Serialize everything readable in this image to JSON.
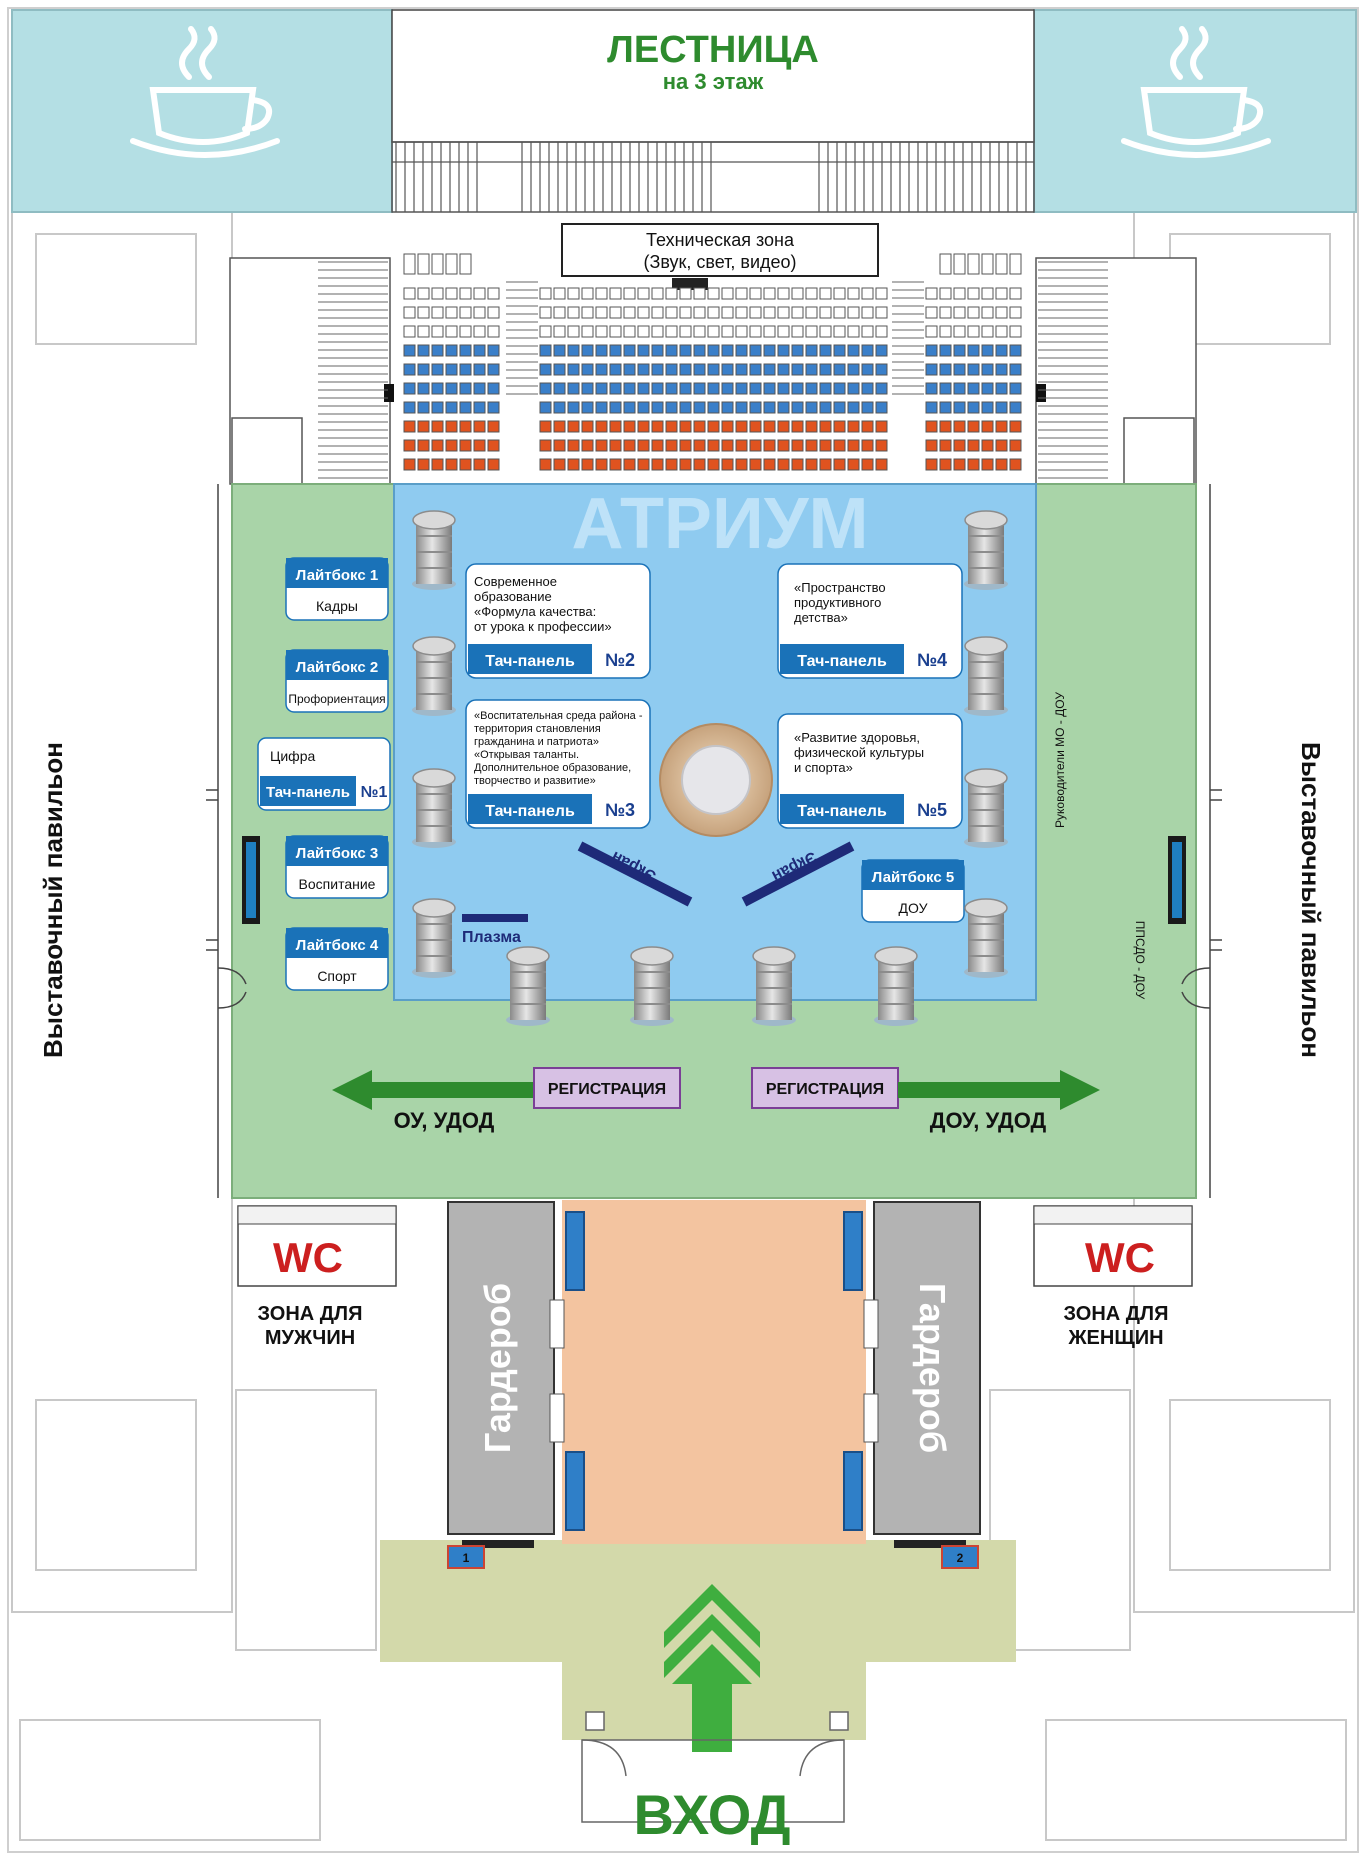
{
  "staircase": {
    "title": "ЛЕСТНИЦА",
    "subtitle": "на 3 этаж"
  },
  "tech_zone": {
    "line1": "Техническая зона",
    "line2": "(Звук, свет, видео)"
  },
  "atrium": {
    "label": "АТРИУМ"
  },
  "pavilion": {
    "left": "Выставочный павильон",
    "right": "Выставочный павильон"
  },
  "lightboxes": [
    {
      "title": "Лайтбокс 1",
      "caption": "Кадры"
    },
    {
      "title": "Лайтбокс 2",
      "caption": "Профориентация"
    },
    {
      "title": "Лайтбокс 3",
      "caption": "Воспитание"
    },
    {
      "title": "Лайтбокс 4",
      "caption": "Спорт"
    },
    {
      "title": "Лайтбокс 5",
      "caption": "ДОУ"
    }
  ],
  "touch_panels": [
    {
      "label": "Тач-панель",
      "number": "№1",
      "lines": [
        "Цифра"
      ]
    },
    {
      "label": "Тач-панель",
      "number": "№2",
      "lines": [
        "Современное",
        "образование",
        "«Формула качества:",
        "от урока к профессии»"
      ]
    },
    {
      "label": "Тач-панель",
      "number": "№3",
      "lines": [
        "«Воспитательная среда района -",
        "территория становления",
        "гражданина и патриота»",
        "«Открывая таланты.",
        "Дополнительное образование,",
        "творчество и развитие»"
      ]
    },
    {
      "label": "Тач-панель",
      "number": "№4",
      "lines": [
        "«Пространство",
        "продуктивного",
        "детства»"
      ]
    },
    {
      "label": "Тач-панель",
      "number": "№5",
      "lines": [
        "«Развитие здоровья,",
        "физической культуры",
        "и спорта»"
      ]
    }
  ],
  "screens": {
    "left": "Экран",
    "right": "Экран"
  },
  "plasma": {
    "label": "Плазма"
  },
  "side_notes": {
    "upper": "Руководители МО - ДОУ",
    "lower": "ППСДО - ДОУ"
  },
  "registration": {
    "left": {
      "label": "РЕГИСТРАЦИЯ",
      "direction": "ОУ, УДОД"
    },
    "right": {
      "label": "РЕГИСТРАЦИЯ",
      "direction": "ДОУ, УДОД"
    }
  },
  "wc": {
    "left": {
      "label": "WC",
      "zone_line1": "ЗОНА ДЛЯ",
      "zone_line2": "МУЖЧИН"
    },
    "right": {
      "label": "WC",
      "zone_line1": "ЗОНА ДЛЯ",
      "zone_line2": "ЖЕНЩИН"
    }
  },
  "wardrobe": {
    "left": "Гардероб",
    "right": "Гардероб"
  },
  "turnstiles": [
    "1",
    "2"
  ],
  "entrance": {
    "label": "ВХОД"
  },
  "icons": {
    "cafe": "coffee-cup-icon",
    "entrance_arrow": "up-chevron-arrow-icon",
    "pillar": "column-icon"
  },
  "colors": {
    "atrium_blue": "#8fcbf0",
    "hall_green": "#a9d4a8",
    "lobby_peach": "#f3c4a0",
    "entry_olive": "#d3d9aa",
    "cafe_teal": "#b4dfe4",
    "brand_green": "#2e8b2e",
    "panel_blue": "#1a72b8",
    "registration_violet": "#d7c1e4",
    "wc_red": "#cc1f1f",
    "orange_seats": "#e0531f",
    "blue_seats": "#3a7fc9"
  }
}
